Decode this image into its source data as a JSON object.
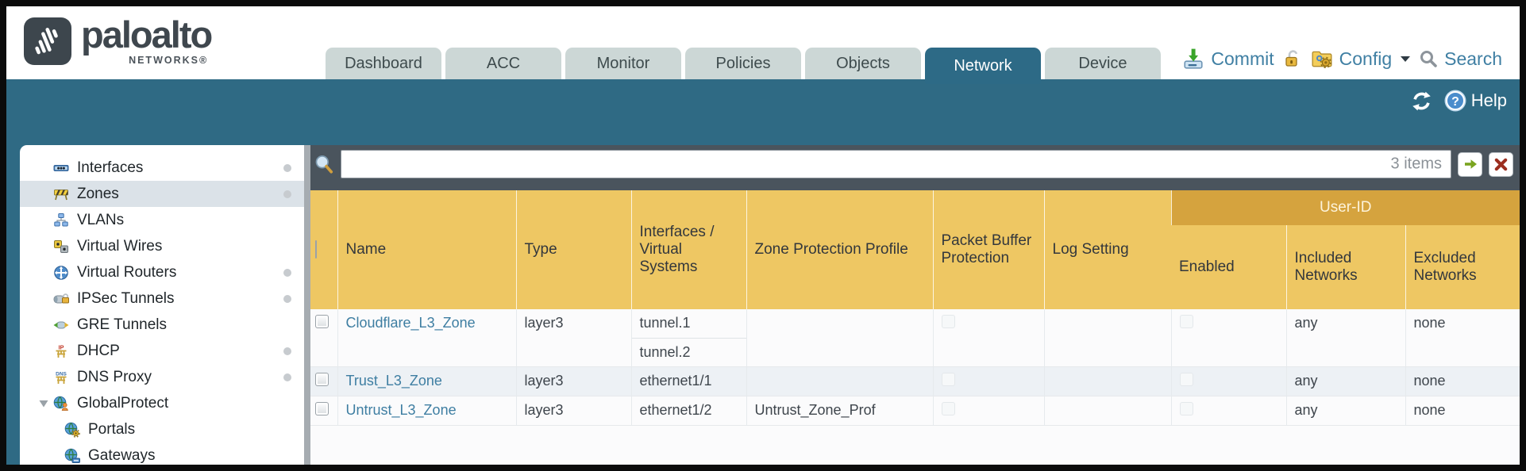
{
  "brand": {
    "name": "paloalto",
    "sub": "NETWORKS®"
  },
  "tabs": [
    {
      "label": "Dashboard",
      "active": false
    },
    {
      "label": "ACC",
      "active": false
    },
    {
      "label": "Monitor",
      "active": false
    },
    {
      "label": "Policies",
      "active": false
    },
    {
      "label": "Objects",
      "active": false
    },
    {
      "label": "Network",
      "active": true
    },
    {
      "label": "Device",
      "active": false
    }
  ],
  "header_actions": {
    "commit": "Commit",
    "config": "Config",
    "search": "Search"
  },
  "toolbar": {
    "help": "Help"
  },
  "sidebar": {
    "items": [
      {
        "label": "Interfaces",
        "icon": "interfaces-icon",
        "dot": true,
        "selected": false,
        "child": false,
        "expander": false
      },
      {
        "label": "Zones",
        "icon": "zones-icon",
        "dot": true,
        "selected": true,
        "child": false,
        "expander": false
      },
      {
        "label": "VLANs",
        "icon": "vlans-icon",
        "dot": false,
        "selected": false,
        "child": false,
        "expander": false
      },
      {
        "label": "Virtual Wires",
        "icon": "virtual-wires-icon",
        "dot": false,
        "selected": false,
        "child": false,
        "expander": false
      },
      {
        "label": "Virtual Routers",
        "icon": "virtual-routers-icon",
        "dot": true,
        "selected": false,
        "child": false,
        "expander": false
      },
      {
        "label": "IPSec Tunnels",
        "icon": "ipsec-tunnels-icon",
        "dot": true,
        "selected": false,
        "child": false,
        "expander": false
      },
      {
        "label": "GRE Tunnels",
        "icon": "gre-tunnels-icon",
        "dot": false,
        "selected": false,
        "child": false,
        "expander": false
      },
      {
        "label": "DHCP",
        "icon": "dhcp-icon",
        "dot": true,
        "selected": false,
        "child": false,
        "expander": false
      },
      {
        "label": "DNS Proxy",
        "icon": "dns-proxy-icon",
        "dot": true,
        "selected": false,
        "child": false,
        "expander": false
      },
      {
        "label": "GlobalProtect",
        "icon": "globalprotect-icon",
        "dot": false,
        "selected": false,
        "child": false,
        "expander": true
      },
      {
        "label": "Portals",
        "icon": "portals-icon",
        "dot": false,
        "selected": false,
        "child": true,
        "expander": false
      },
      {
        "label": "Gateways",
        "icon": "gateways-icon",
        "dot": false,
        "selected": false,
        "child": true,
        "expander": false
      }
    ]
  },
  "filter": {
    "value": "",
    "count": "3 items"
  },
  "table": {
    "group_header": "User-ID",
    "columns": [
      "Name",
      "Type",
      "Interfaces / Virtual Systems",
      "Zone Protection Profile",
      "Packet Buffer Protection",
      "Log Setting",
      "Enabled",
      "Included Networks",
      "Excluded Networks"
    ],
    "rows": [
      {
        "name": "Cloudflare_L3_Zone",
        "type": "layer3",
        "interfaces": [
          "tunnel.1",
          "tunnel.2"
        ],
        "zone_protection_profile": "",
        "packet_buffer_protection": false,
        "log_setting": "",
        "enabled": false,
        "included_networks": "any",
        "excluded_networks": "none"
      },
      {
        "name": "Trust_L3_Zone",
        "type": "layer3",
        "interfaces": [
          "ethernet1/1"
        ],
        "zone_protection_profile": "",
        "packet_buffer_protection": false,
        "log_setting": "",
        "enabled": false,
        "included_networks": "any",
        "excluded_networks": "none"
      },
      {
        "name": "Untrust_L3_Zone",
        "type": "layer3",
        "interfaces": [
          "ethernet1/2"
        ],
        "zone_protection_profile": "Untrust_Zone_Prof",
        "packet_buffer_protection": false,
        "log_setting": "",
        "enabled": false,
        "included_networks": "any",
        "excluded_networks": "none"
      }
    ]
  },
  "colors": {
    "teal": "#2f6a84",
    "active_tab": "#2d6a86",
    "slate": "#4a545d",
    "header_gold": "#eec763",
    "group_gold": "#d5a33e",
    "link_blue": "#3e7ea2",
    "row_alt": "#edf1f5"
  }
}
